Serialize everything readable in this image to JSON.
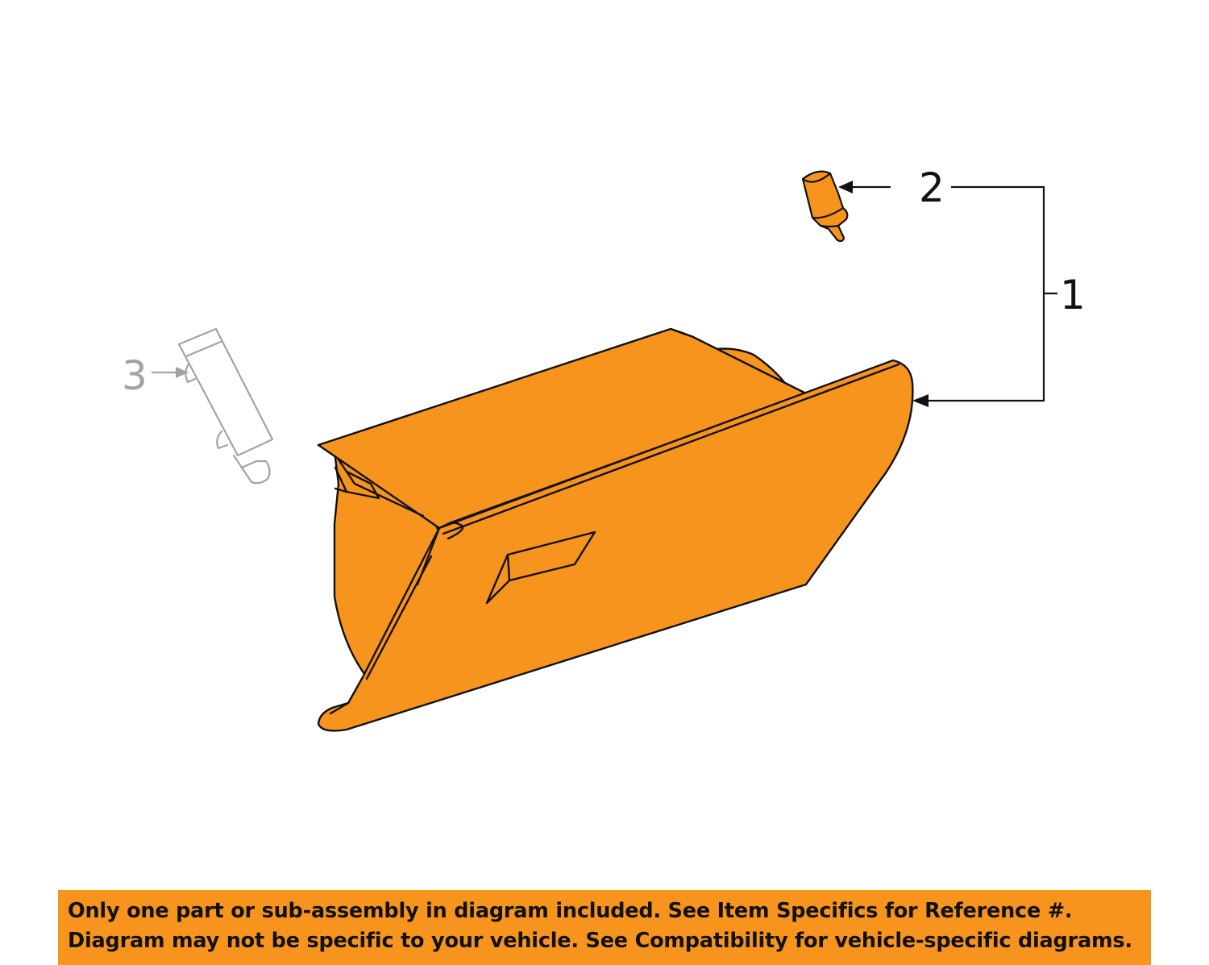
{
  "colors": {
    "part_fill": "#f7941d",
    "outline": "#111111",
    "inactive_part": "#a3a3a3",
    "banner_background": "#f7941d",
    "banner_text": "#111111"
  },
  "callouts": [
    {
      "number": "1",
      "part": "glove-box-assembly",
      "active": true
    },
    {
      "number": "2",
      "part": "bumper",
      "active": true
    },
    {
      "number": "3",
      "part": "latch",
      "active": false
    }
  ],
  "disclaimer": {
    "line1": "Only one part or sub-assembly in diagram included. See Item Specifics for Reference #.",
    "line2": "Diagram may not be specific to your vehicle. See Compatibility for vehicle-specific diagrams."
  }
}
